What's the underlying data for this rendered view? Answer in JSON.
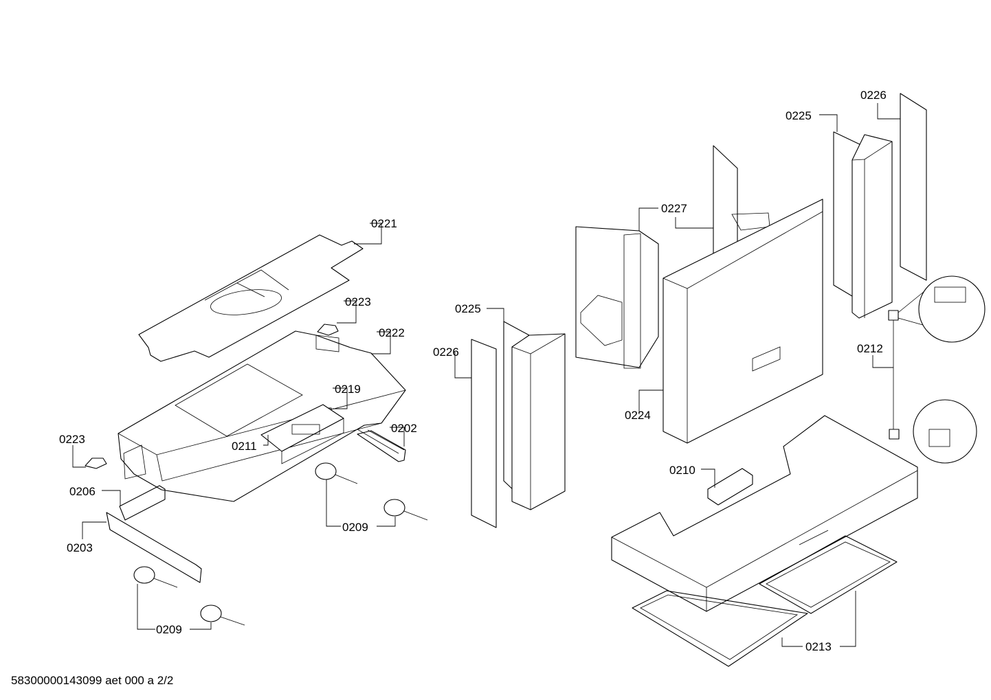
{
  "document_id": "58300000143099 aet 000 a 2/2",
  "part_labels": {
    "p0221": "0221",
    "p0223a": "0223",
    "p0223b": "0223",
    "p0222": "0222",
    "p0219": "0219",
    "p0211": "0211",
    "p0202": "0202",
    "p0206": "0206",
    "p0203": "0203",
    "p0209a": "0209",
    "p0209b": "0209",
    "p0225a": "0225",
    "p0226a": "0226",
    "p0227": "0227",
    "p0224": "0224",
    "p0225b": "0225",
    "p0226b": "0226",
    "p0212": "0212",
    "p0210": "0210",
    "p0213": "0213"
  }
}
